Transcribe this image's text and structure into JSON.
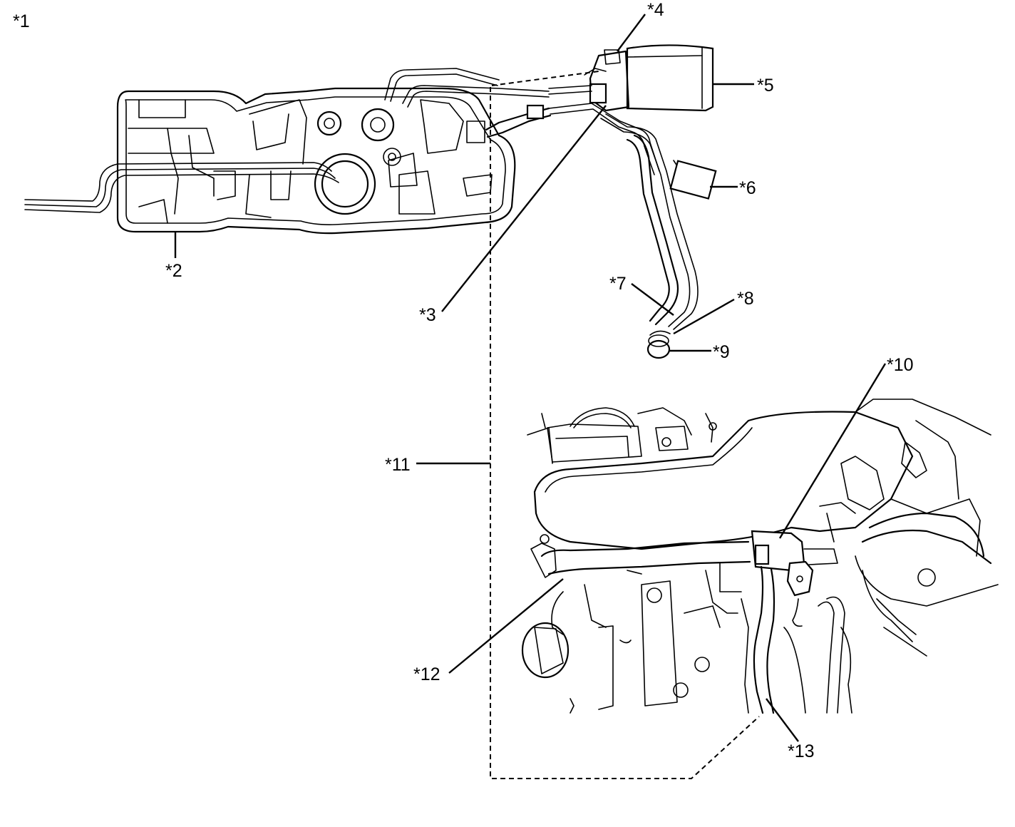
{
  "callouts": {
    "c1": "*1",
    "c2": "*2",
    "c3": "*3",
    "c4": "*4",
    "c5": "*5",
    "c6": "*6",
    "c7": "*7",
    "c8": "*8",
    "c9": "*9",
    "c10": "*10",
    "c11": "*11",
    "c12": "*12",
    "c13": "*13"
  }
}
